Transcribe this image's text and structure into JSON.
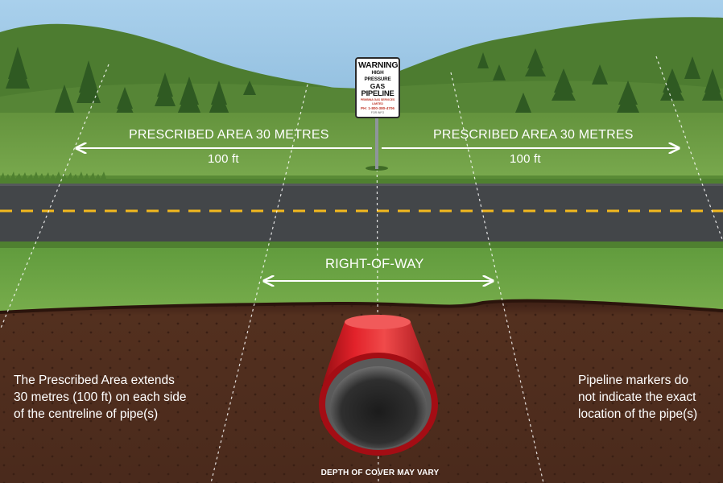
{
  "left_label": {
    "title": "PRESCRIBED AREA 30 METRES",
    "distance": "100 ft"
  },
  "right_label": {
    "title": "PRESCRIBED AREA 30 METRES",
    "distance": "100 ft"
  },
  "right_of_way": "RIGHT-OF-WAY",
  "left_note": [
    "The Prescribed Area extends",
    "30 metres (100 ft) on each side",
    "of the centreline of pipe(s)"
  ],
  "right_note": [
    "Pipeline markers do",
    "not indicate the exact",
    "location of the pipe(s)"
  ],
  "depth_note": "DEPTH OF COVER MAY VARY",
  "sign": {
    "line1": "WARNING",
    "line2": "HIGH PRESSURE",
    "line3": "GAS",
    "line4": "PIPELINE",
    "line5": "PEMBINA GAS SERVICES LIMITED",
    "line6": "PH: 1-800-380-4706",
    "line7": "FOR INFO"
  },
  "colors": {
    "sky": "#9fc8e8",
    "hills": "#4f7d33",
    "grass": "#6ea247",
    "road": "#434649",
    "center_line": "#f2b81e",
    "soil": "#4e2b1f",
    "pipe": "#d3111c",
    "arrows": "#ffffff"
  }
}
